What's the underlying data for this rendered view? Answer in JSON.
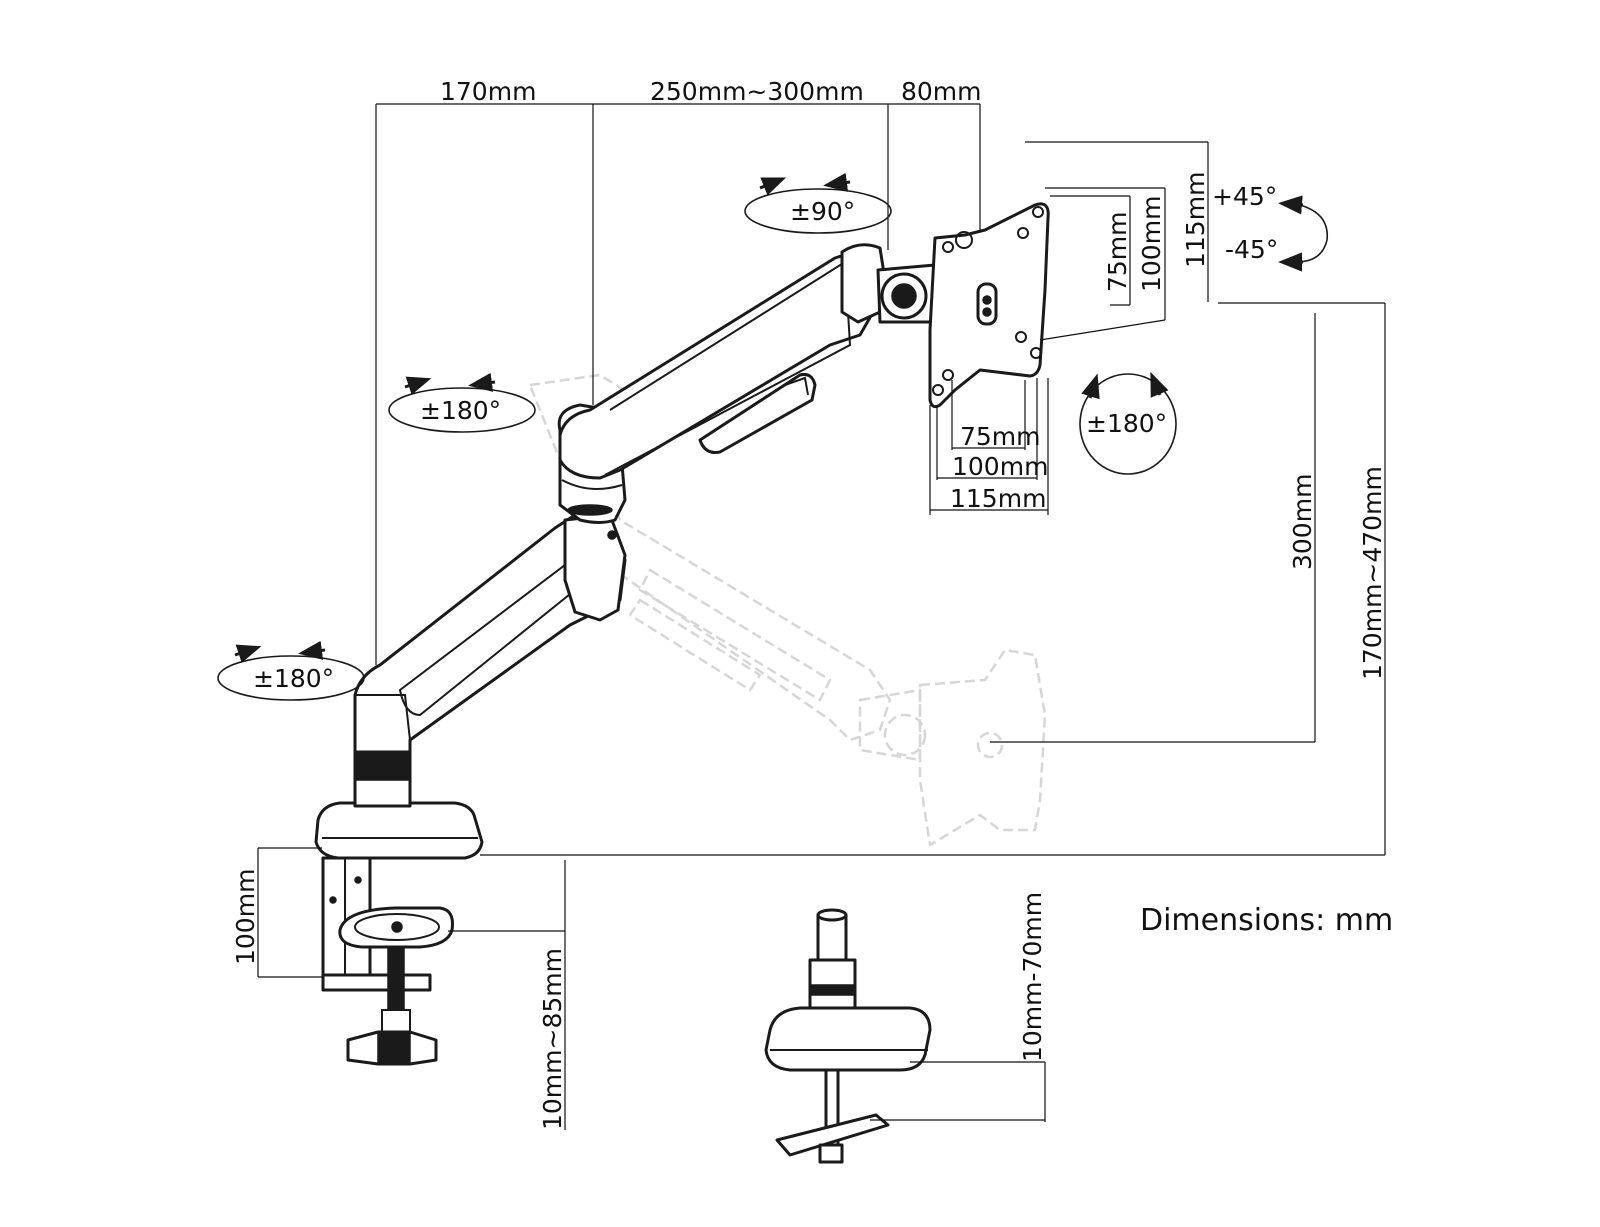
{
  "dimensions": {
    "top_segment_1": "170mm",
    "top_segment_2": "250mm~300mm",
    "top_segment_3": "80mm",
    "vesa_plate_h1": "75mm",
    "vesa_plate_h2": "100mm",
    "vesa_plate_h3": "115mm",
    "vesa_plate_w1": "75mm",
    "vesa_plate_w2": "100mm",
    "vesa_plate_w3": "115mm",
    "height_travel": "300mm",
    "height_range": "170mm~470mm",
    "clamp_height": "100mm",
    "clamp_desk_thickness": "10mm~85mm",
    "grommet_desk_thickness": "10mm-70mm"
  },
  "rotations": {
    "tilt_up": "+45°",
    "tilt_down": "-45°",
    "swivel_head": "±90°",
    "rotate_plate": "±180°",
    "rotate_elbow": "±180°",
    "rotate_base": "±180°"
  },
  "units_note": "Dimensions: mm"
}
